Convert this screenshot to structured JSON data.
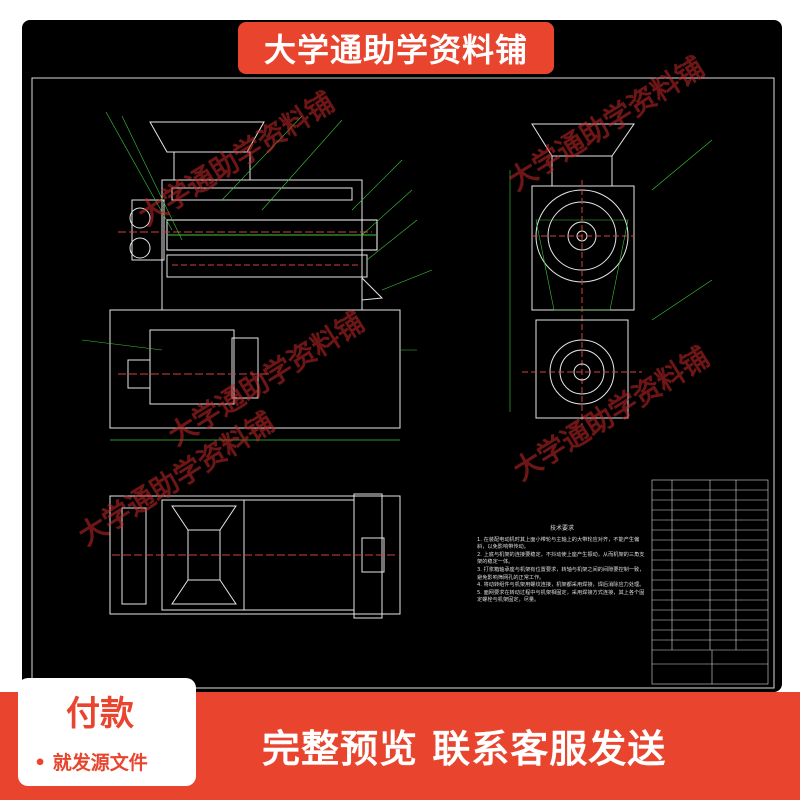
{
  "shop_banner": "大学通助学资料铺",
  "watermark_text": "大学通助学资料铺",
  "payment": {
    "title": "付款",
    "subtitle": "• 就发源文件"
  },
  "bottom_message": "完整预览  联系客服发送",
  "drawing": {
    "tech_title": "技术要求",
    "tech_notes": [
      "1. 在装配电动机时其上面小带轮与主轴上的大带轮应对齐，不能产生偏斜，以免影响带传动。",
      "2. 上底与机架的连接要稳定，不抖动使上座产生振动，从而机架的三角支架的稳定一体。",
      "3. 打浆箱轴承座与机架有位置要求，转轴与机架之间的间隙要控制一致，避免影响筛网孔的正常工作。",
      "4. 将动转组件与机架用螺纹连接，机架都采用焊接，焊后消除应力处理。",
      "5. 面网要求在转动过程中与机架相固定，采用焊接方式连接，其上各个固定螺栓与机架固定，尽量。"
    ]
  },
  "colors": {
    "accent": "#e8442e",
    "canvas": "#000000",
    "line_white": "#e6e6e6",
    "line_green": "#3cc83c",
    "line_red": "#d24040"
  }
}
